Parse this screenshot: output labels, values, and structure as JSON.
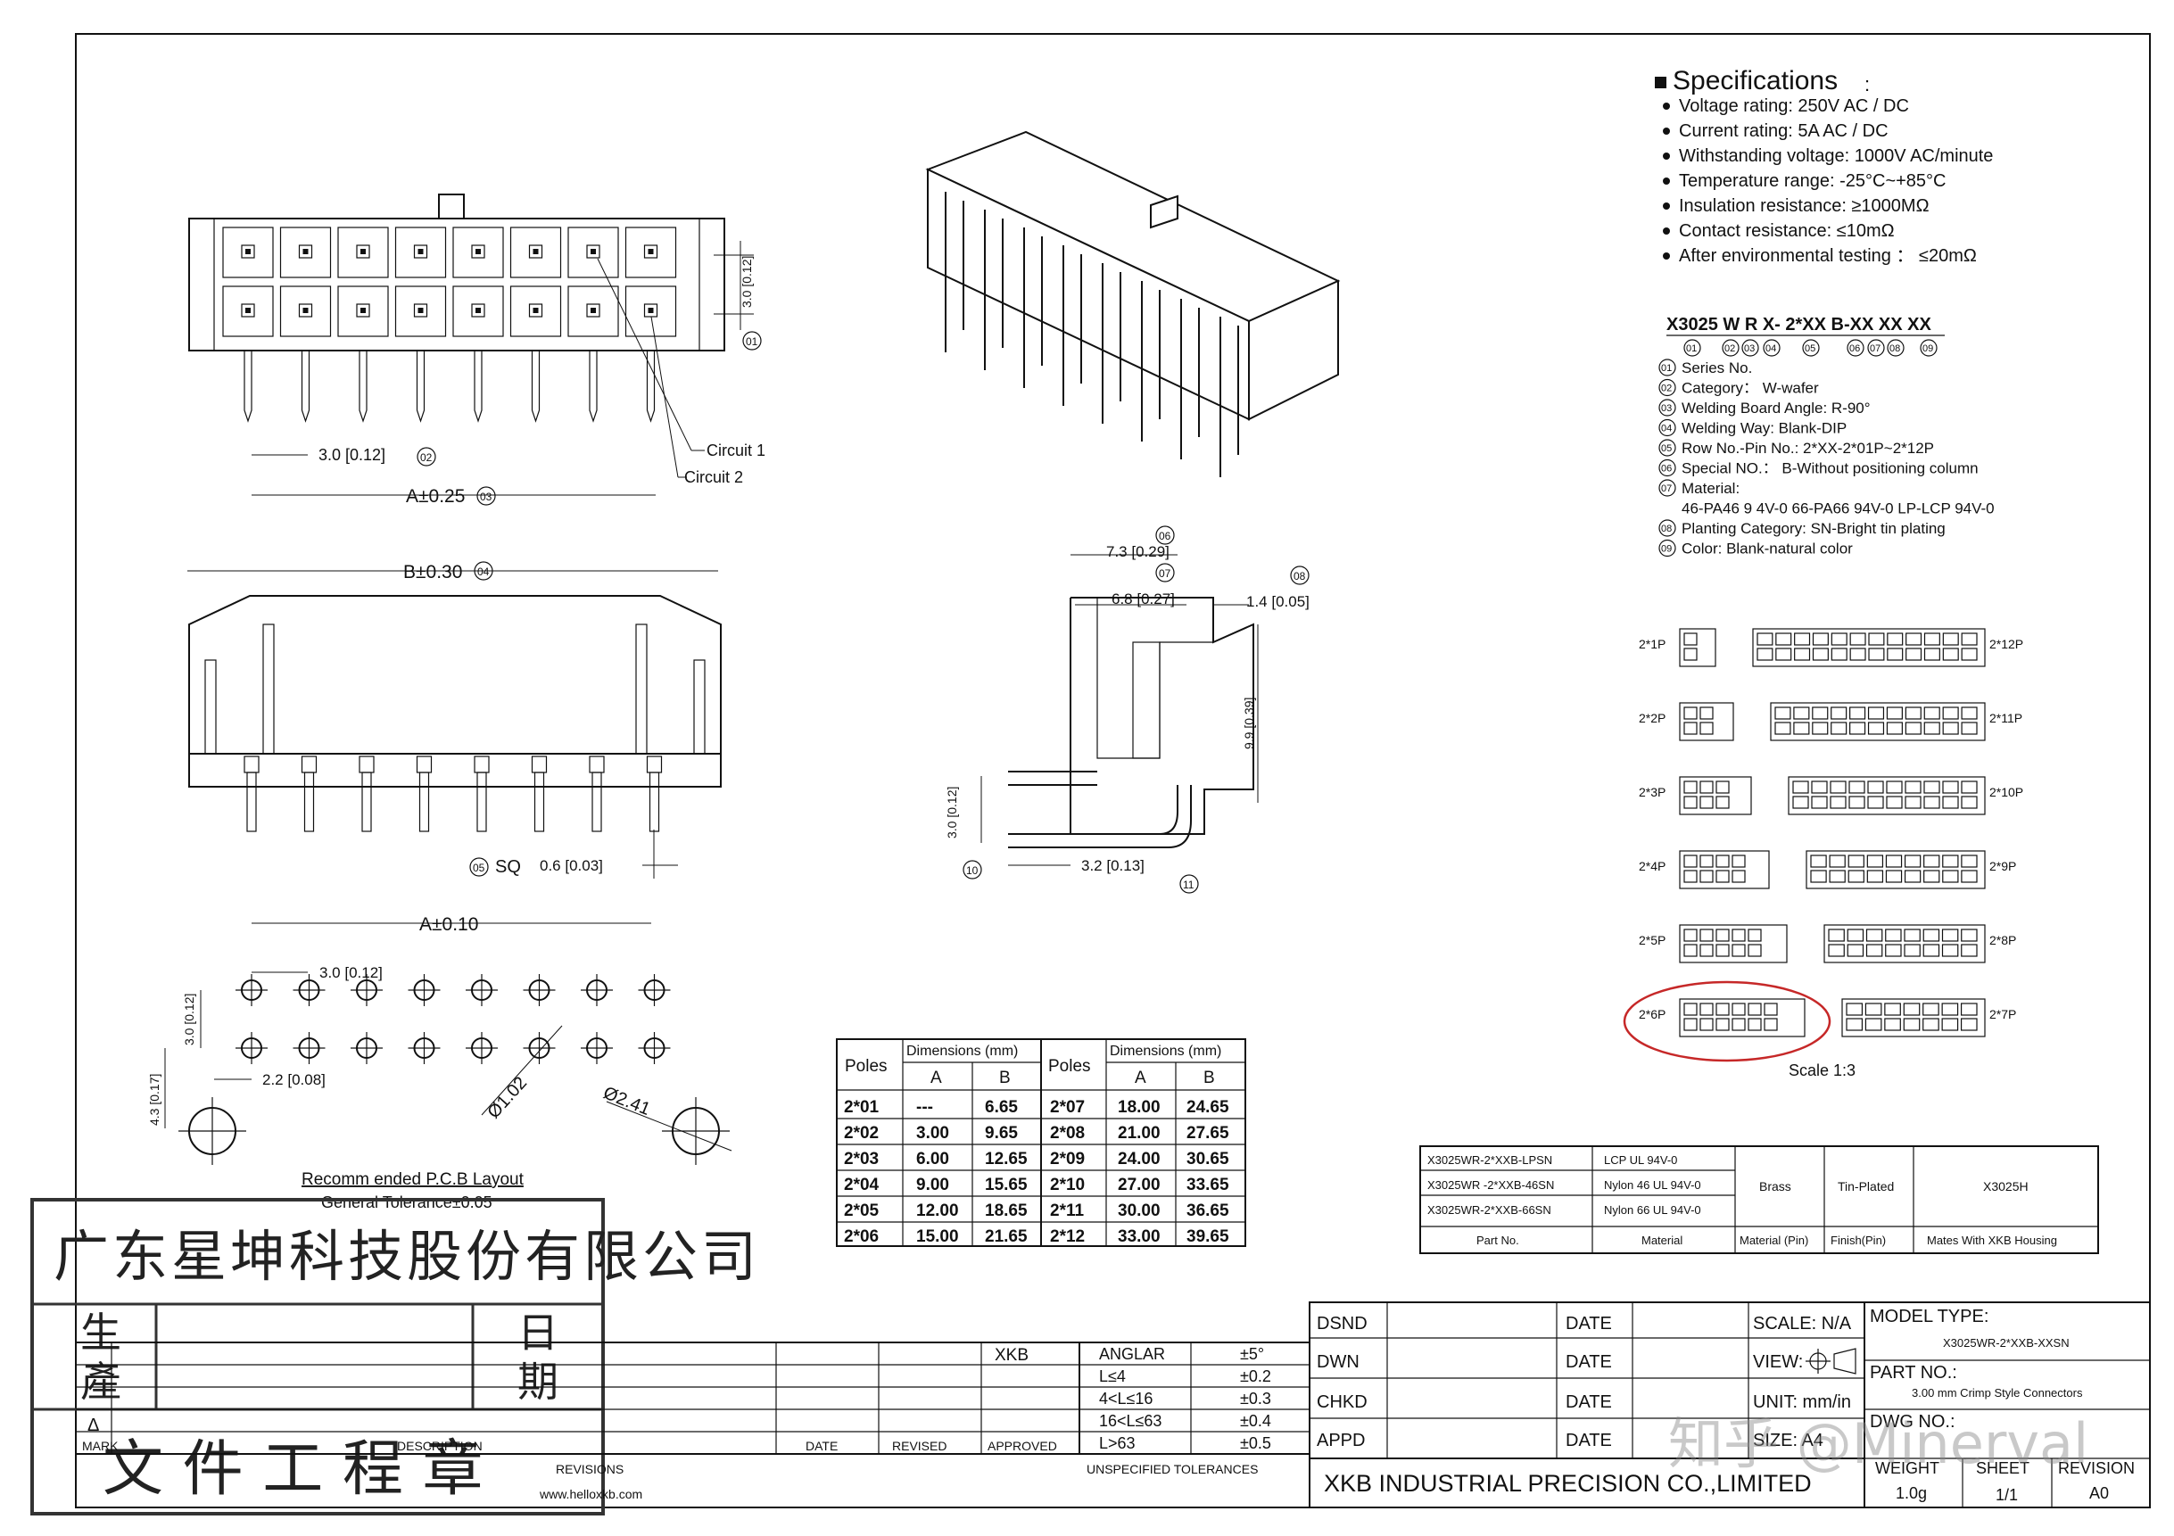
{
  "specs": {
    "heading": "Specifications",
    "items": [
      "Voltage rating: 250V AC / DC",
      "Current rating: 5A  AC / DC",
      "Withstanding voltage: 1000V AC/minute",
      "Temperature range: -25°C~+85°C",
      "Insulation resistance:  ≥1000MΩ",
      "Contact resistance:  ≤10mΩ",
      "After environmental testing ： ≤20mΩ"
    ]
  },
  "part_code": {
    "code": "X3025  W R  X-  2*XX   B-XX  XX  XX",
    "legend": [
      {
        "num": "01",
        "text": "Series No."
      },
      {
        "num": "02",
        "text": "Category： W-wafer"
      },
      {
        "num": "03",
        "text": "Welding Board Angle:  R-90°"
      },
      {
        "num": "04",
        "text": "Welding Way:  Blank-DIP"
      },
      {
        "num": "05",
        "text": "Row No.-Pin No.:  2*XX-2*01P~2*12P"
      },
      {
        "num": "06",
        "text": "Special NO.：  B-Without positioning column"
      },
      {
        "num": "07",
        "text": "Material:"
      },
      {
        "num": "",
        "text": "46-PA46 9 4V-0  66-PA66 94V-0  LP-LCP 94V-0"
      },
      {
        "num": "08",
        "text": "Planting Category:  SN-Bright tin plating"
      },
      {
        "num": "09",
        "text": "Color:  Blank-natural color"
      }
    ]
  },
  "variants": {
    "left": [
      "2*1P",
      "2*2P",
      "2*3P",
      "2*4P",
      "2*5P",
      "2*6P"
    ],
    "right": [
      "2*12P",
      "2*11P",
      "2*10P",
      "2*9P",
      "2*8P",
      "2*7P"
    ],
    "scale": "Scale 1:3"
  },
  "drawing_labels": {
    "front_pitch": "3.0 [0.12]",
    "front_row": "3.0 [0.12]",
    "circuit1": "Circuit 1",
    "circuit2": "Circuit 2",
    "a_tol": "A±0.25",
    "b_tol": "B±0.30",
    "sq": "SQ",
    "pin_w": "0.6 [0.03]",
    "side_73": "7.3 [0.29]",
    "side_68": "6.8 [0.27]",
    "side_14": "1.4 [0.05]",
    "side_99": "9.9 [0.39]",
    "side_30": "3.0 [0.12]",
    "side_32": "3.2 [0.13]",
    "pcb_a": "A±0.10",
    "pcb_pitch": "3.0 [0.12]",
    "pcb_row": "3.0 [0.12]",
    "pcb_43": "4.3 [0.17]",
    "pcb_22": "2.2 [0.08]",
    "pcb_hole": "Ø1.02",
    "pcb_peg": "Ø2.41",
    "pcb_title": "Recomm ended P.C.B  Layout",
    "tolerance": "General  Tolerance±0.05",
    "circled": [
      "01",
      "02",
      "03",
      "04",
      "05",
      "06",
      "07",
      "08",
      "10",
      "11"
    ]
  },
  "dim_table": {
    "header_poles": "Poles",
    "header_dim": "Dimensions (mm)",
    "col_a": "A",
    "col_b": "B",
    "rows": [
      [
        "2*01",
        "---",
        "6.65",
        "2*07",
        "18.00",
        "24.65"
      ],
      [
        "2*02",
        "3.00",
        "9.65",
        "2*08",
        "21.00",
        "27.65"
      ],
      [
        "2*03",
        "6.00",
        "12.65",
        "2*09",
        "24.00",
        "30.65"
      ],
      [
        "2*04",
        "9.00",
        "15.65",
        "2*10",
        "27.00",
        "33.65"
      ],
      [
        "2*05",
        "12.00",
        "18.65",
        "2*11",
        "30.00",
        "36.65"
      ],
      [
        "2*06",
        "15.00",
        "21.65",
        "2*12",
        "33.00",
        "39.65"
      ]
    ]
  },
  "material_table": {
    "parts": [
      "X3025WR-2*XXB-LPSN",
      "X3025WR -2*XXB-46SN",
      "X3025WR-2*XXB-66SN"
    ],
    "materials": [
      "LCP  UL 94V-0",
      "Nylon 46 UL 94V-0",
      "Nylon 66 UL 94V-0"
    ],
    "pin_material": "Brass",
    "finish": "Tin-Plated",
    "mates": "X3025H",
    "footer": [
      "Part No.",
      "Material",
      "Material (Pin)",
      "Finish(Pin)",
      "Mates  With  XKB  Housing"
    ]
  },
  "stamp": {
    "company": "广东星坤科技股份有限公司",
    "sheng": "生",
    "chan": "產",
    "ri": "日",
    "qi": "期",
    "wenjian": "文  件  工  程  章"
  },
  "revisions": {
    "mark": "MARK",
    "delta": "Δ",
    "description": "DESCRIPTION",
    "date": "DATE",
    "revised": "REVISED",
    "approved": "APPROVED",
    "title": "REVISIONS",
    "website": "www.helloxkb.com",
    "xkb": "XKB"
  },
  "tolerances": {
    "rows": [
      [
        "ANGLAR",
        "±5°"
      ],
      [
        "L≤4",
        "±0.2"
      ],
      [
        "4<L≤16",
        "±0.3"
      ],
      [
        "16<L≤63",
        "±0.4"
      ],
      [
        "L>63",
        "±0.5"
      ]
    ],
    "title": "UNSPECIFIED TOLERANCES"
  },
  "title_block": {
    "dsnd": "DSND",
    "dwn": "DWN",
    "chkd": "CHKD",
    "appd": "APPD",
    "date": "DATE",
    "scale": "SCALE: N/A",
    "view": "VIEW:",
    "unit": "UNIT: mm/in",
    "size": "SIZE: A4",
    "model_type": "MODEL TYPE:",
    "model_value": "X3025WR-2*XXB-XXSN",
    "part_no": "PART NO.:",
    "part_value": "3.00 mm Crimp Style Connectors",
    "dwg_no": "DWG NO.:",
    "company": "XKB INDUSTRIAL PRECISION CO.,LIMITED",
    "weight": "WEIGHT",
    "sheet": "SHEET",
    "revision": "REVISION",
    "weight_v": "1.0g",
    "sheet_v": "1/1",
    "revision_v": "A0"
  },
  "watermark": "知乎 @Minerval"
}
